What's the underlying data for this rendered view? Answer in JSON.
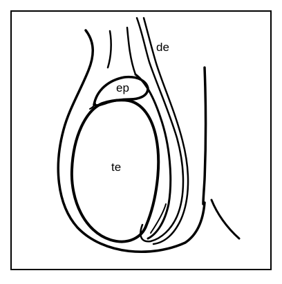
{
  "diagram": {
    "labels": {
      "ductus_deferens": "de",
      "epididymis": "ep",
      "testis": "te"
    },
    "colors": {
      "ink": "#000000",
      "background": "#ffffff"
    }
  }
}
